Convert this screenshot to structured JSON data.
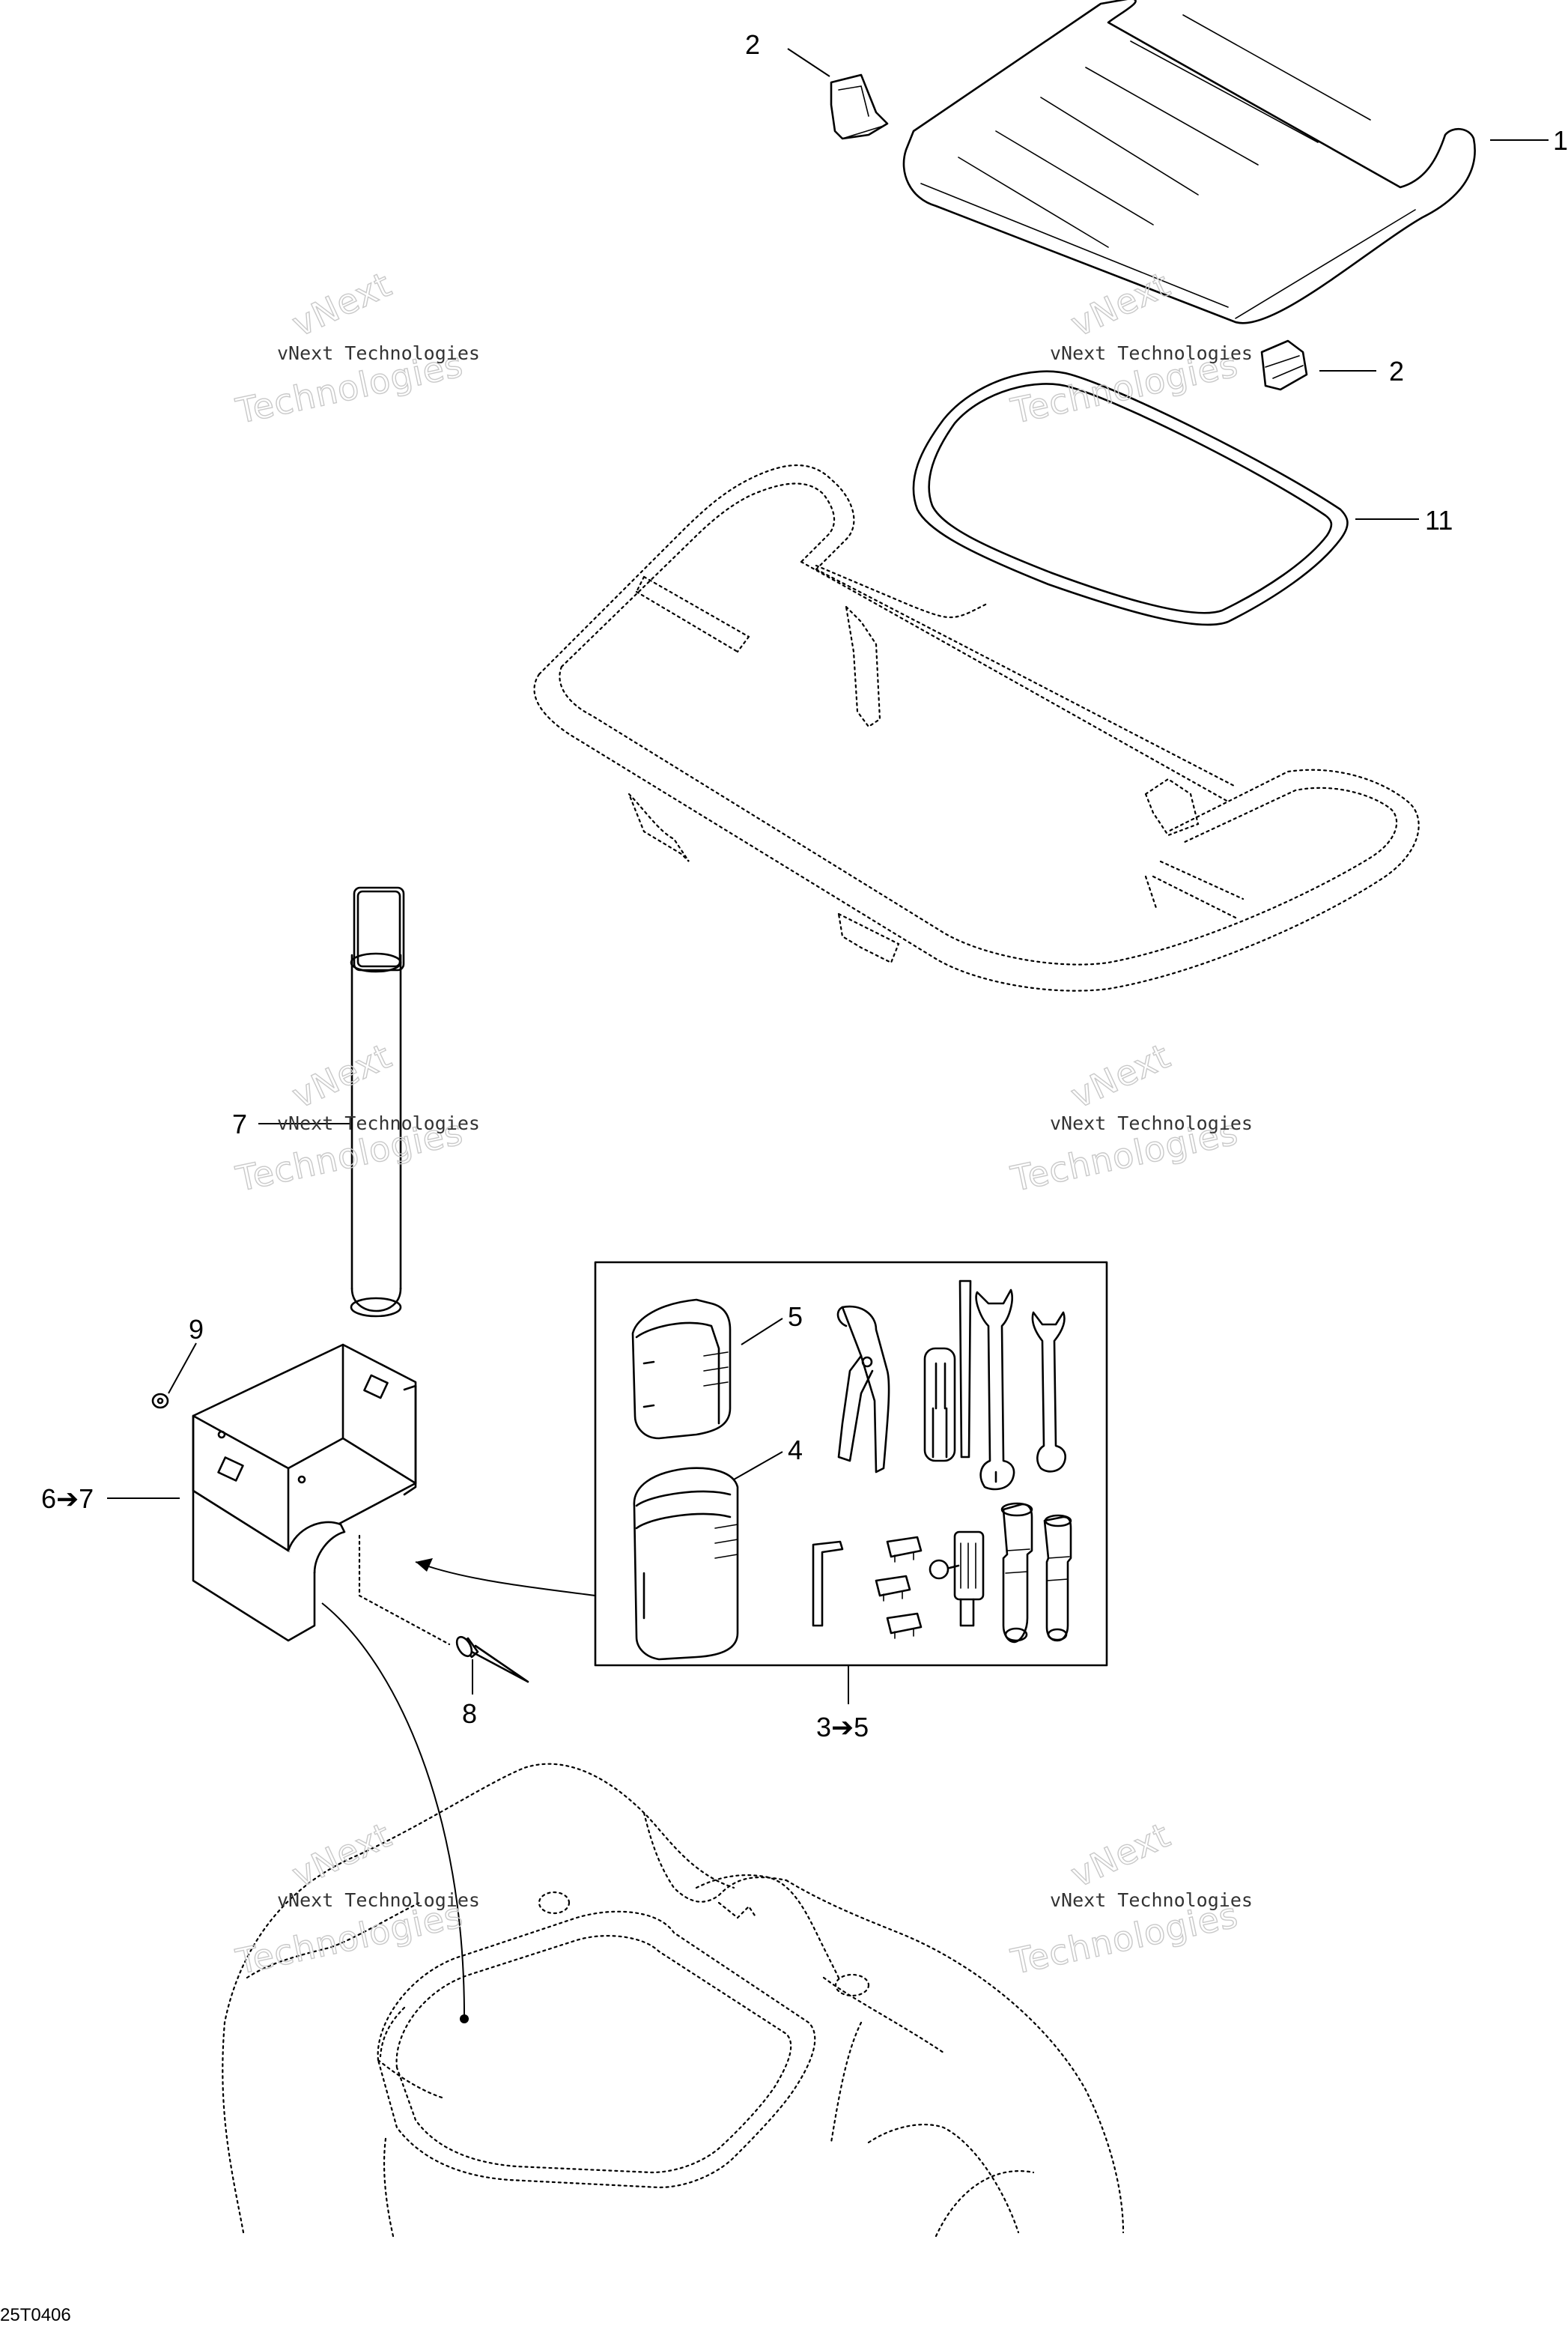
{
  "callouts": {
    "c1": "1",
    "c2a": "2",
    "c2b": "2",
    "c11": "11",
    "c7": "7",
    "c9": "9",
    "c67": "6➔7",
    "c5": "5",
    "c4": "4",
    "c8": "8",
    "c35": "3➔5"
  },
  "watermark": {
    "line1": "vNext Technologies",
    "line2": "Technologies",
    "line3": "vNext"
  },
  "reference": "25T0406"
}
